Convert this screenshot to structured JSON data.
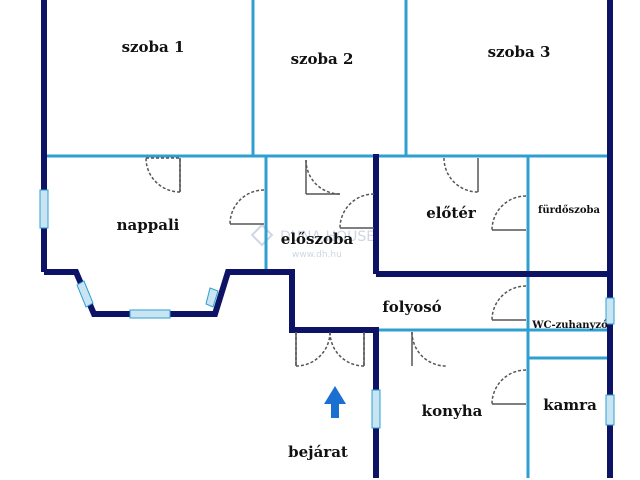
{
  "rooms": {
    "szoba1": "szoba 1",
    "szoba2": "szoba 2",
    "szoba3": "szoba 3",
    "nappali": "nappali",
    "eloszoba": "előszoba",
    "eloter": "előtér",
    "furdoszoba": "fürdőszoba",
    "folyoso": "folyosó",
    "wc": "WC-zuhanyzó",
    "konyha": "konyha",
    "kamra": "kamra",
    "bejarat": "bejárat"
  },
  "watermark": {
    "brand": "DUNA HOUSE",
    "url": "www.dh.hu"
  },
  "colors": {
    "outer_wall": "#0d1466",
    "inner_wall": "#2e9fd0",
    "window": "#c9e4f2",
    "door": "#555555",
    "arrow": "#1a6fd0"
  }
}
